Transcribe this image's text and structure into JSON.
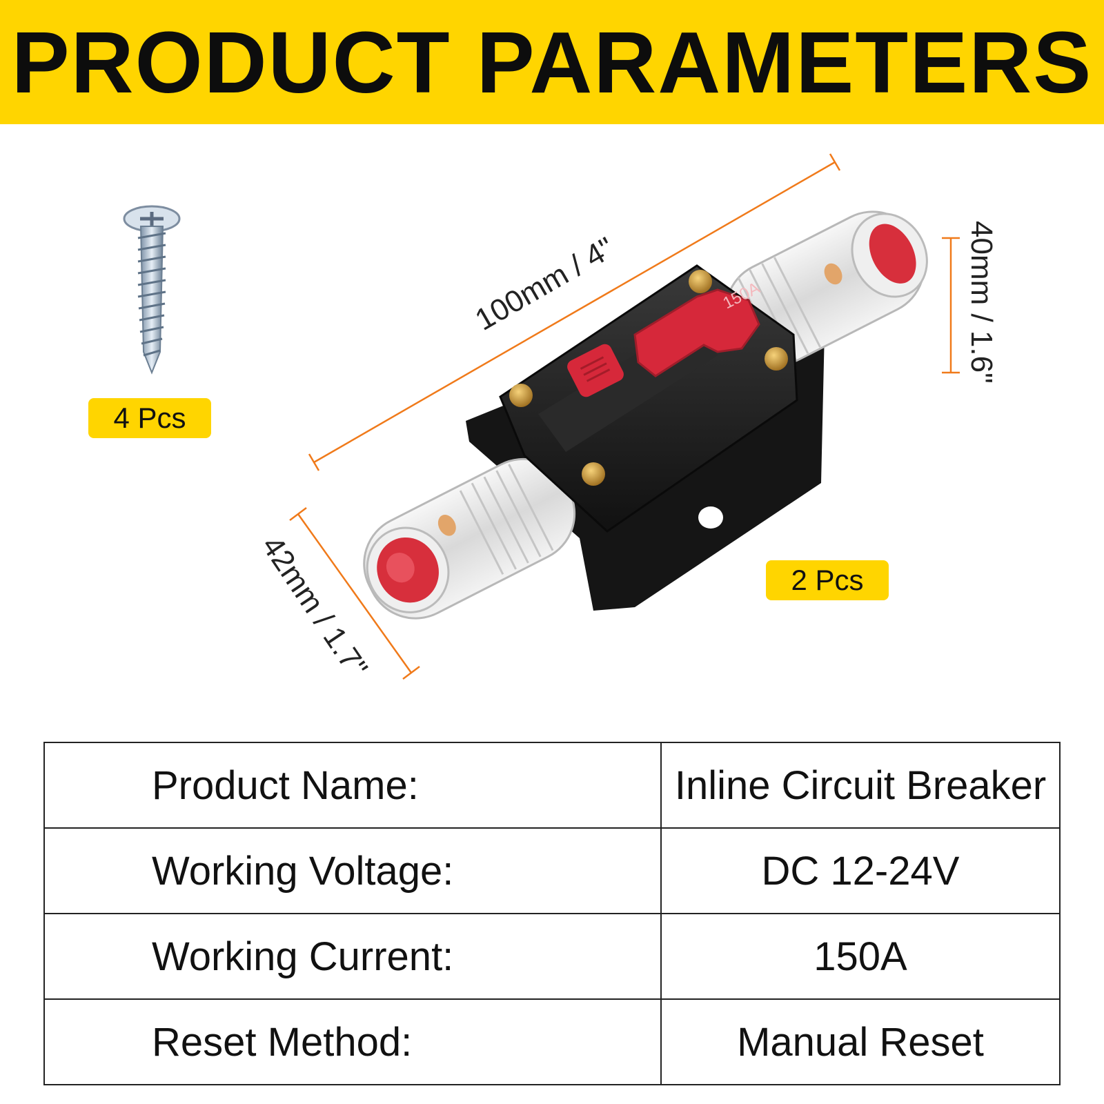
{
  "header": {
    "title": "PRODUCT PARAMETERS",
    "background_color": "#FFD500"
  },
  "accent_color": "#F07A1A",
  "badges": {
    "screw_qty": "4 Pcs",
    "breaker_qty": "2 Pcs",
    "badge_color": "#FFD500"
  },
  "dimensions": {
    "length": "100mm / 4\"",
    "height": "40mm / 1.6\"",
    "width": "42mm / 1.7\""
  },
  "product": {
    "rating_label": "150A",
    "body_color": "#1e1e1e",
    "lever_color": "#d6283a"
  },
  "specs": [
    {
      "label": "Product Name:",
      "value": "Inline Circuit Breaker"
    },
    {
      "label": "Working Voltage:",
      "value": "DC 12-24V"
    },
    {
      "label": "Working Current:",
      "value": "150A"
    },
    {
      "label": "Reset Method:",
      "value": "Manual Reset"
    }
  ]
}
